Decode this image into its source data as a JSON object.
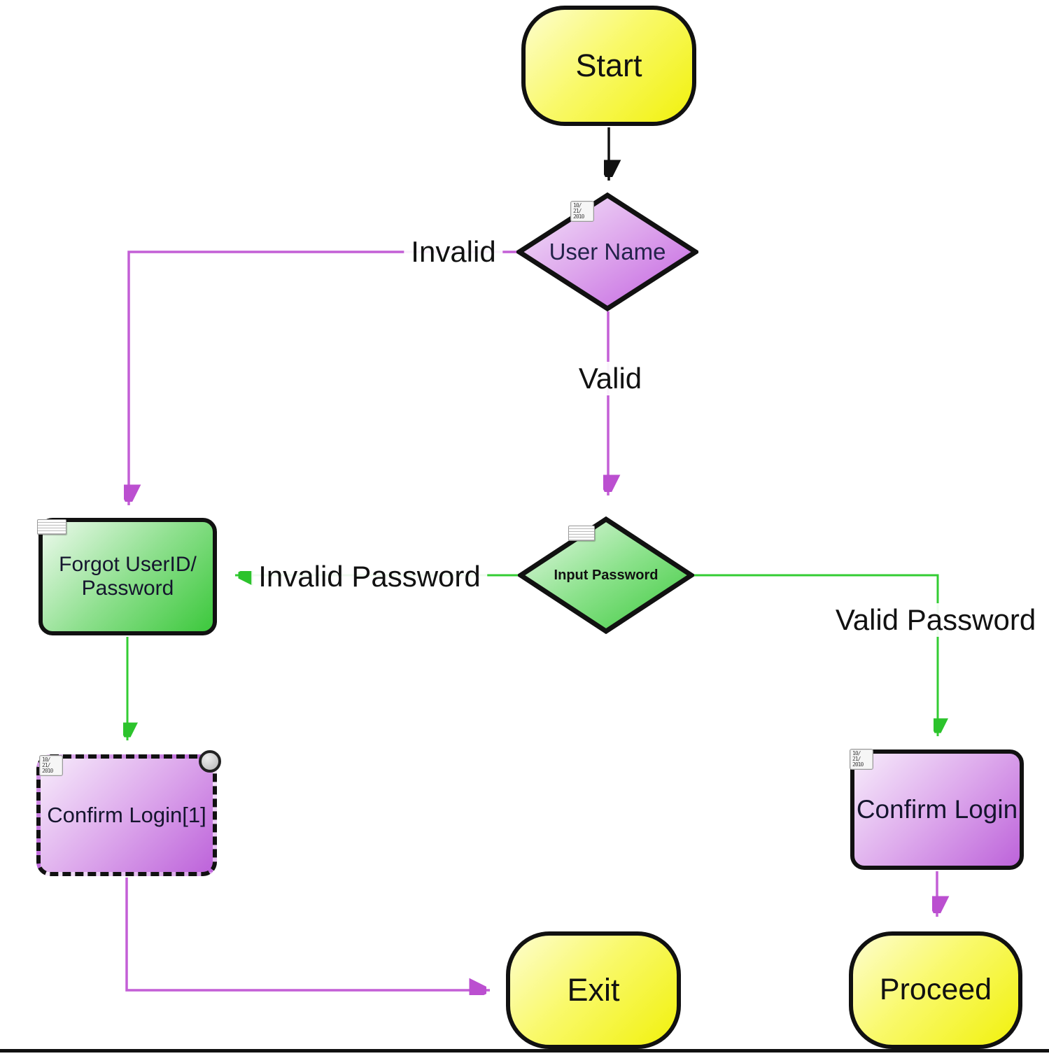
{
  "diagram_type": "login-flowchart",
  "nodes": {
    "start": {
      "label": "Start",
      "shape": "terminator",
      "fill": "#f5f500"
    },
    "user_name": {
      "label": "User Name",
      "shape": "decision",
      "fill": "#c568e0"
    },
    "input_password": {
      "label": "Input Password",
      "shape": "decision",
      "fill": "#3ecb3e"
    },
    "forgot": {
      "line1": "Forgot UserID/",
      "line2": "Password",
      "shape": "process",
      "fill": "#3cc83c"
    },
    "confirm_login_1": {
      "label": "Confirm Login[1]",
      "shape": "process-dashed",
      "fill": "#bd63da"
    },
    "confirm_login": {
      "label": "Confirm Login",
      "shape": "process",
      "fill": "#bd63da"
    },
    "exit": {
      "label": "Exit",
      "shape": "terminator",
      "fill": "#f5f500"
    },
    "proceed": {
      "label": "Proceed",
      "shape": "terminator",
      "fill": "#f5f500"
    }
  },
  "edges": {
    "start_to_user_name": {
      "label": "",
      "color": "#111111"
    },
    "invalid": {
      "label": "Invalid",
      "color": "#c35fd6"
    },
    "valid": {
      "label": "Valid",
      "color": "#c35fd6"
    },
    "invalid_password": {
      "label": "Invalid Password",
      "color": "#33cc33"
    },
    "valid_password": {
      "label": "Valid Password",
      "color": "#33cc33"
    },
    "forgot_to_confirm1": {
      "label": "",
      "color": "#33cc33"
    },
    "confirm1_to_exit": {
      "label": "",
      "color": "#c35fd6"
    },
    "confirm_to_proceed": {
      "label": "",
      "color": "#c35fd6"
    }
  },
  "icons": {
    "date_stamp": {
      "lines": [
        "10/",
        "21/",
        "2010"
      ]
    },
    "notes": {
      "name": "notes-icon"
    },
    "state_circle": {
      "name": "state-marker-circle"
    }
  },
  "colors": {
    "connector_purple": "#c35fd6",
    "connector_green": "#33cc33",
    "connector_black": "#111111",
    "shape_yellow": "#f5f500",
    "shape_purple": "#bd63da",
    "shape_green": "#3cc83c"
  }
}
